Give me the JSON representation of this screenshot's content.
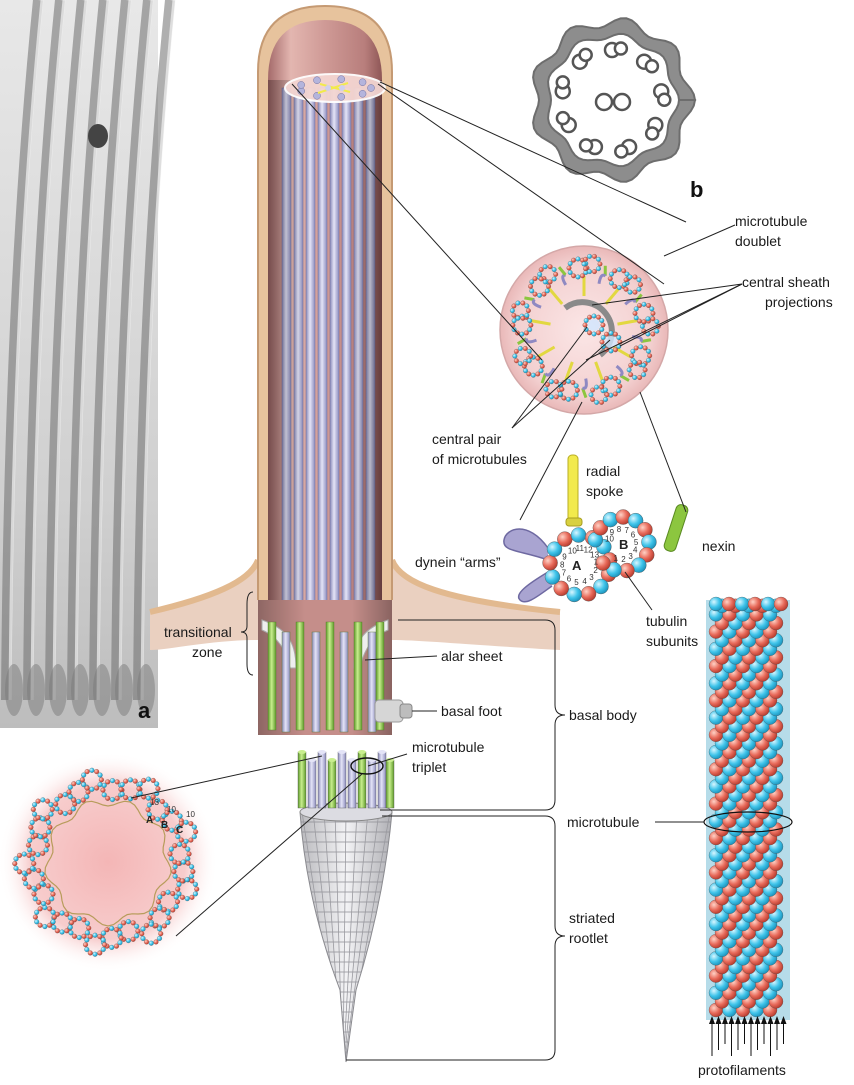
{
  "panels": {
    "a": "a",
    "b": "b"
  },
  "labels": {
    "microtubule_doublet": [
      "microtubule",
      "doublet"
    ],
    "central_sheath": [
      "central sheath",
      "projections"
    ],
    "central_pair": [
      "central pair",
      "of microtubules"
    ],
    "radial_spoke": [
      "radial",
      "spoke"
    ],
    "nexin": "nexin",
    "dynein": "dynein “arms”",
    "tubulin": [
      "tubulin",
      "subunits"
    ],
    "transitional_zone": [
      "transitional",
      "zone"
    ],
    "alar_sheet": "alar sheet",
    "basal_foot": "basal foot",
    "basal_body": "basal body",
    "microtubule_triplet": [
      "microtubule",
      "triplet"
    ],
    "microtubule": "microtubule",
    "striated_rootlet": [
      "striated",
      "rootlet"
    ],
    "protofilaments": "protofilaments"
  },
  "doublet_detail": {
    "tubule_a": "A",
    "tubule_b": "B",
    "a_numbers": [
      "1",
      "2",
      "3",
      "4",
      "5",
      "6",
      "7",
      "8",
      "9",
      "10",
      "11",
      "12",
      "13"
    ],
    "b_numbers": [
      "1",
      "2",
      "3",
      "4",
      "5",
      "6",
      "7",
      "8",
      "9",
      "10"
    ]
  },
  "triplet_detail": {
    "letters": [
      "A",
      "B",
      "C"
    ],
    "counts": [
      "13",
      "10",
      "10"
    ]
  },
  "colors": {
    "tubulin_blue": "#3fc4ea",
    "tubulin_red": "#e86a5a",
    "membrane_pink": "#d9a2a2",
    "microtubule_lavender": "#b4b4dc",
    "nexin_green": "#8cc63f",
    "spoke_yellow": "#f2ea4c"
  }
}
